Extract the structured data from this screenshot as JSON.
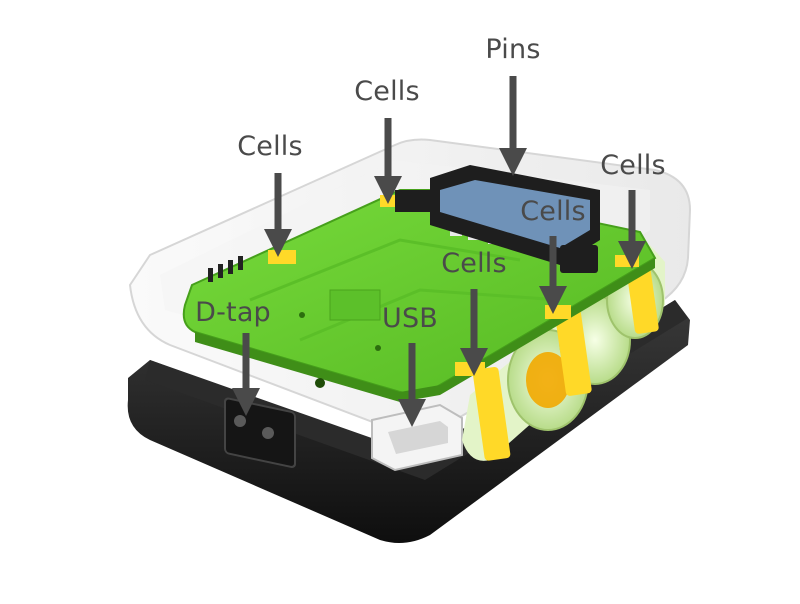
{
  "colors": {
    "label": "#4a4a4a",
    "arrow": "#4a4a4a",
    "pcb": "#6cd430",
    "pcb_dark": "#4fae1f",
    "pad_yellow": "#ffd928",
    "case_dark": "#1b1b1b",
    "case_clear": "#f0f0f0",
    "connector_blue": "#6f92b8",
    "cell_green": "#dff2bd"
  },
  "callouts": {
    "pins": "Pins",
    "cells_top_center": "Cells",
    "cells_left": "Cells",
    "cells_right": "Cells",
    "cells_middle_right": "Cells",
    "cells_middle": "Cells",
    "d_tap": "D-tap",
    "usb": "USB"
  },
  "icons": {
    "arrow": "down-arrow-icon"
  }
}
